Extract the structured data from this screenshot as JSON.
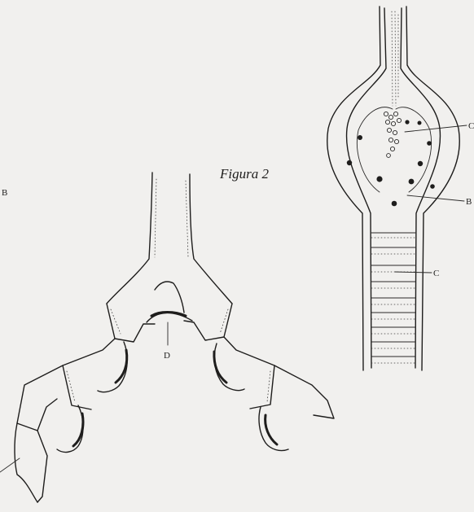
{
  "figure": {
    "title": "Figura 2",
    "labels": {
      "left_edge_b": "B",
      "left_d": "D",
      "right_top": "C",
      "right_mid_b": "B",
      "right_c": "C"
    }
  }
}
